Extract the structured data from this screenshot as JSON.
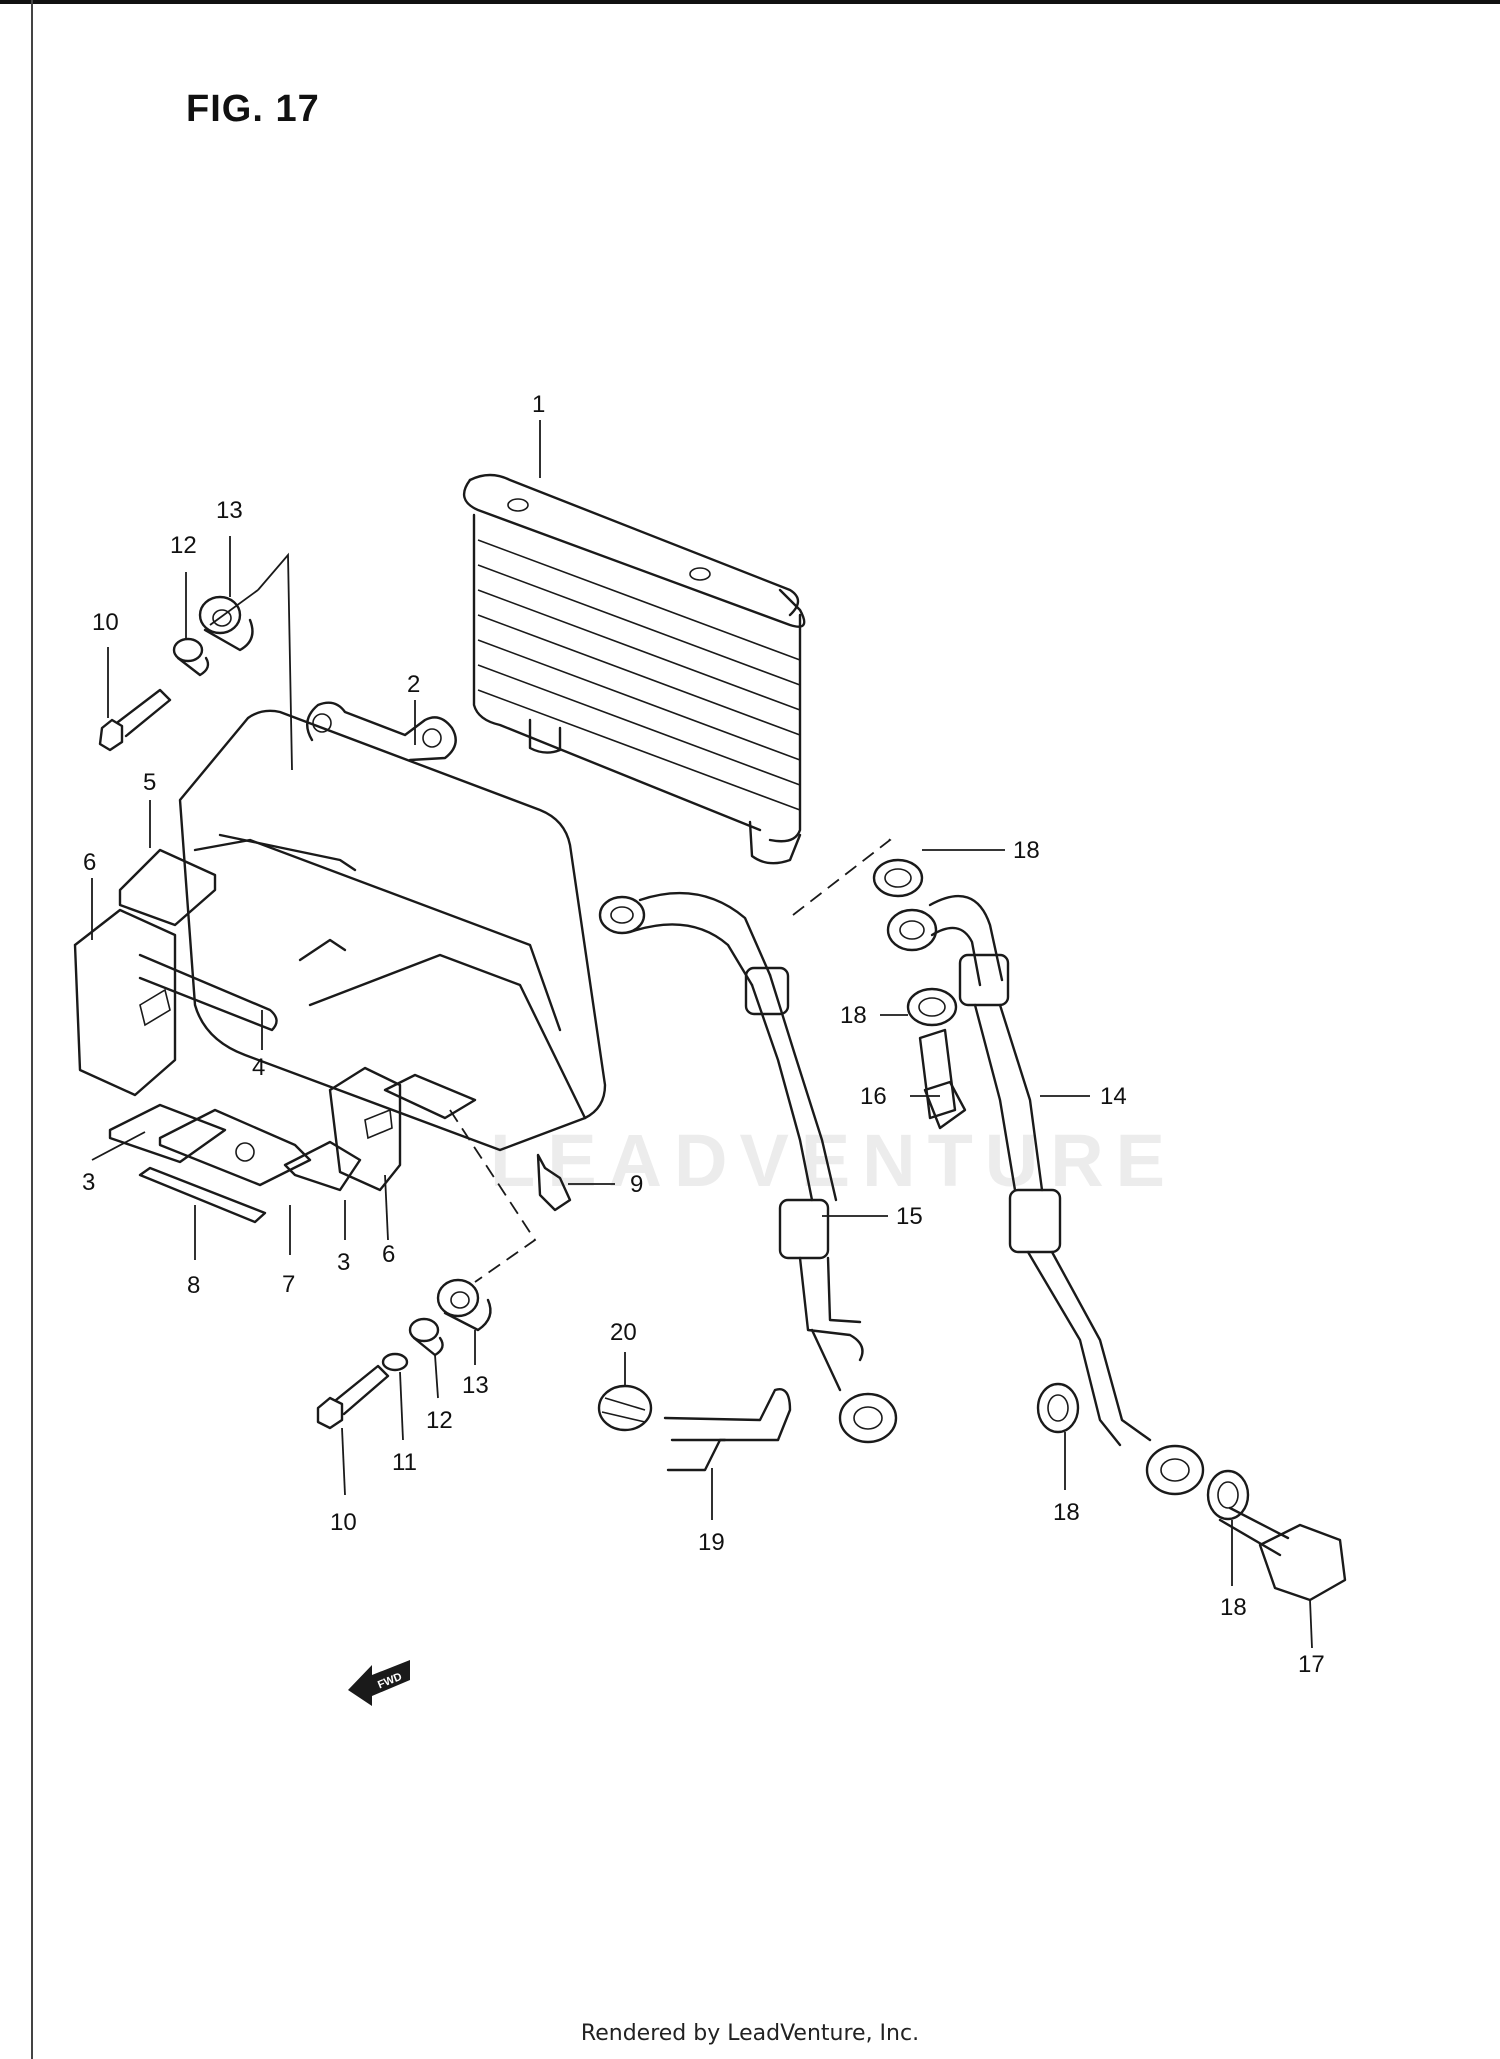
{
  "figure_title": "FIG. 17",
  "footer": "Rendered by LeadVenture, Inc.",
  "watermark": "LEADVENTURE",
  "fwd_badge": "FWD",
  "callouts": [
    {
      "id": "c1a",
      "label": "1"
    },
    {
      "id": "c2a",
      "label": "2"
    },
    {
      "id": "c3a",
      "label": "3"
    },
    {
      "id": "c3b",
      "label": "3"
    },
    {
      "id": "c4a",
      "label": "4"
    },
    {
      "id": "c5a",
      "label": "5"
    },
    {
      "id": "c6a",
      "label": "6"
    },
    {
      "id": "c6b",
      "label": "6"
    },
    {
      "id": "c7a",
      "label": "7"
    },
    {
      "id": "c8a",
      "label": "8"
    },
    {
      "id": "c9a",
      "label": "9"
    },
    {
      "id": "c10a",
      "label": "10"
    },
    {
      "id": "c10b",
      "label": "10"
    },
    {
      "id": "c11a",
      "label": "11"
    },
    {
      "id": "c12a",
      "label": "12"
    },
    {
      "id": "c12b",
      "label": "12"
    },
    {
      "id": "c13a",
      "label": "13"
    },
    {
      "id": "c13b",
      "label": "13"
    },
    {
      "id": "c14a",
      "label": "14"
    },
    {
      "id": "c15a",
      "label": "15"
    },
    {
      "id": "c16a",
      "label": "16"
    },
    {
      "id": "c17a",
      "label": "17"
    },
    {
      "id": "c18a",
      "label": "18"
    },
    {
      "id": "c18b",
      "label": "18"
    },
    {
      "id": "c18c",
      "label": "18"
    },
    {
      "id": "c18d",
      "label": "18"
    },
    {
      "id": "c19a",
      "label": "19"
    },
    {
      "id": "c20a",
      "label": "20"
    }
  ]
}
